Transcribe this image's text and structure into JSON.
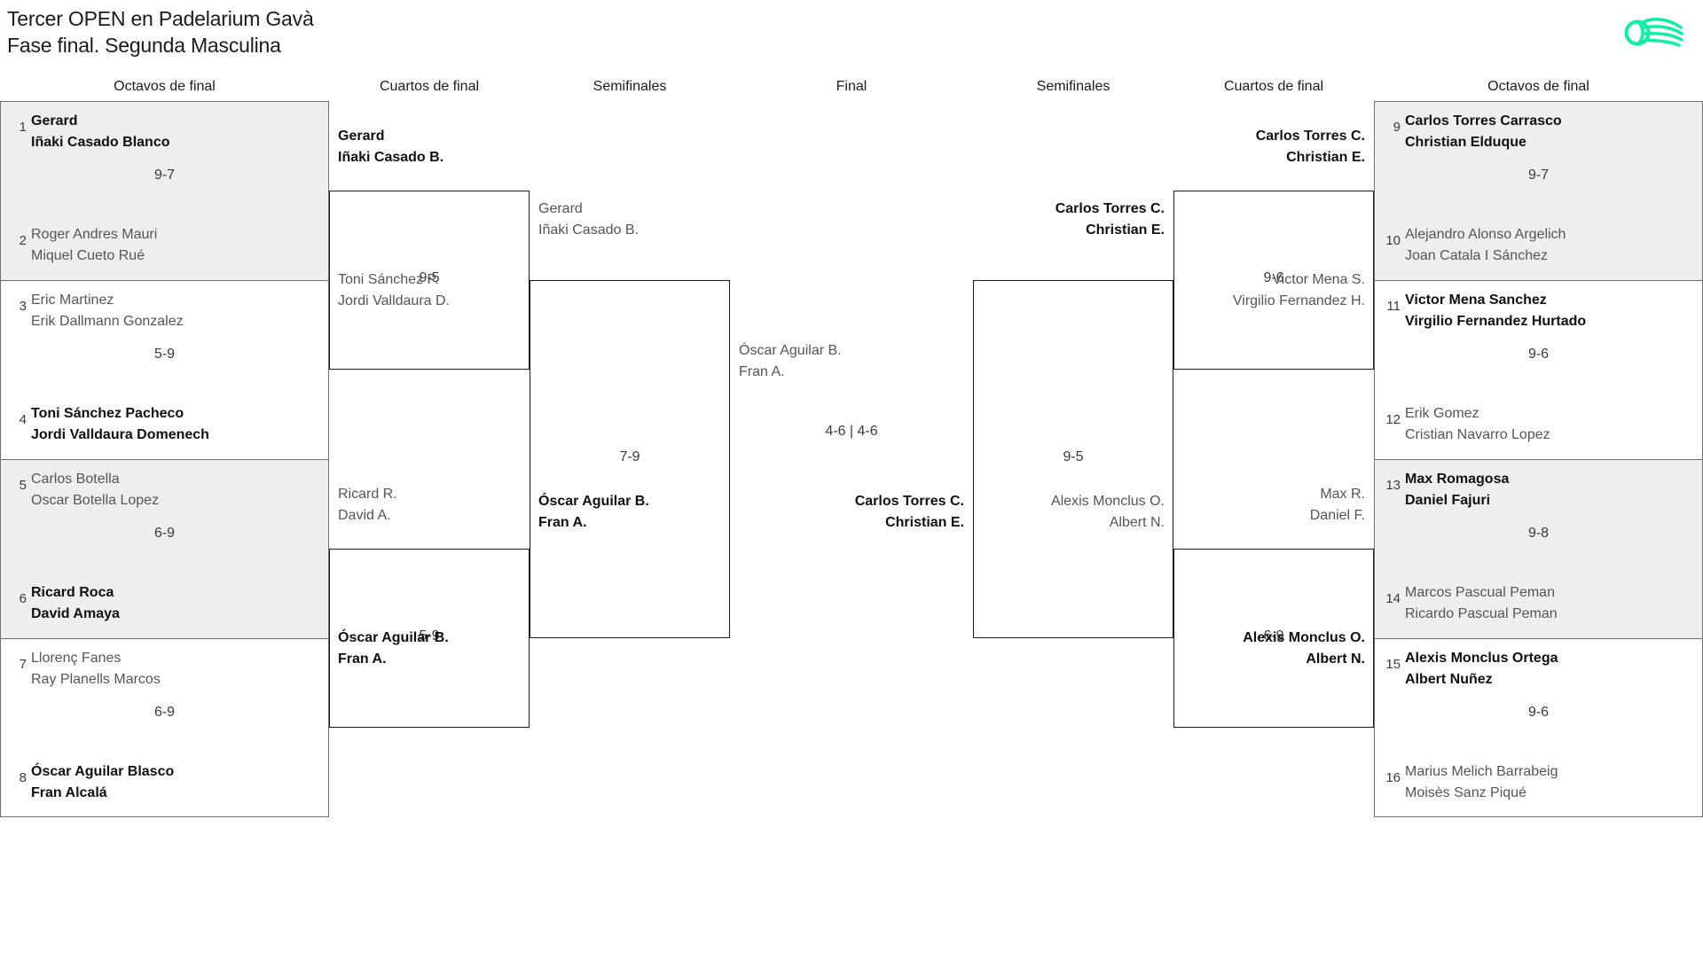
{
  "header": {
    "title_line1": "Tercer OPEN en Padelarium Gavà",
    "title_line2": "Fase final. Segunda Masculina",
    "logo_name": "padel-ball-logo",
    "logo_color": "#0FEFA4"
  },
  "round_labels": {
    "octavos_left": "Octavos de final",
    "cuartos_left": "Cuartos de final",
    "semis_left": "Semifinales",
    "final": "Final",
    "semis_right": "Semifinales",
    "cuartos_right": "Cuartos de final",
    "octavos_right": "Octavos de final"
  },
  "colors": {
    "shaded_row": "#eeeeee",
    "border": "#6f6f6f",
    "winner_text": "#101010",
    "loser_text": "#555555",
    "accent": "#0FEFA4"
  },
  "left": {
    "octavos": [
      {
        "seed_top": "1",
        "top_l1": "Gerard",
        "top_l2": "Iñaki Casado Blanco",
        "top_winner": true,
        "score": "9-7",
        "seed_bot": "2",
        "bot_l1": "Roger Andres Mauri",
        "bot_l2": "Miquel Cueto Rué",
        "bot_winner": false
      },
      {
        "seed_top": "3",
        "top_l1": "Eric Martinez",
        "top_l2": "Erik Dallmann Gonzalez",
        "top_winner": false,
        "score": "5-9",
        "seed_bot": "4",
        "bot_l1": "Toni Sánchez Pacheco",
        "bot_l2": "Jordi Valldaura Domenech",
        "bot_winner": true
      },
      {
        "seed_top": "5",
        "top_l1": "Carlos Botella",
        "top_l2": "Oscar Botella Lopez",
        "top_winner": false,
        "score": "6-9",
        "seed_bot": "6",
        "bot_l1": "Ricard Roca",
        "bot_l2": "David Amaya",
        "bot_winner": true
      },
      {
        "seed_top": "7",
        "top_l1": "Llorenç Fanes",
        "top_l2": "Ray Planells Marcos",
        "top_winner": false,
        "score": "6-9",
        "seed_bot": "8",
        "bot_l1": "Óscar Aguilar Blasco",
        "bot_l2": "Fran Alcalá",
        "bot_winner": true
      }
    ],
    "cuartos": [
      {
        "top_l1": "Gerard",
        "top_l2": "Iñaki Casado B.",
        "top_winner": true,
        "score": "9-5",
        "bot_l1": "Toni Sánchez P.",
        "bot_l2": "Jordi Valldaura D.",
        "bot_winner": false
      },
      {
        "top_l1": "Ricard R.",
        "top_l2": "David A.",
        "top_winner": false,
        "score": "5-9",
        "bot_l1": "Óscar Aguilar B.",
        "bot_l2": "Fran A.",
        "bot_winner": true
      }
    ],
    "semis": [
      {
        "top_l1": "Gerard",
        "top_l2": "Iñaki Casado B.",
        "top_winner": false,
        "score": "7-9",
        "bot_l1": "Óscar Aguilar B.",
        "bot_l2": "Fran A.",
        "bot_winner": true
      }
    ]
  },
  "final": {
    "top_l1": "Óscar Aguilar B.",
    "top_l2": "Fran A.",
    "top_winner": false,
    "score": "4-6 | 4-6",
    "bot_l1": "Carlos Torres C.",
    "bot_l2": "Christian E.",
    "bot_winner": true
  },
  "right": {
    "octavos": [
      {
        "seed_top": "9",
        "top_l1": "Carlos Torres Carrasco",
        "top_l2": "Christian Elduque",
        "top_winner": true,
        "score": "9-7",
        "seed_bot": "10",
        "bot_l1": "Alejandro Alonso Argelich",
        "bot_l2": "Joan Catala I Sánchez",
        "bot_winner": false
      },
      {
        "seed_top": "11",
        "top_l1": "Victor Mena Sanchez",
        "top_l2": "Virgilio Fernandez Hurtado",
        "top_winner": true,
        "score": "9-6",
        "seed_bot": "12",
        "bot_l1": "Erik Gomez",
        "bot_l2": "Cristian Navarro Lopez",
        "bot_winner": false
      },
      {
        "seed_top": "13",
        "top_l1": "Max Romagosa",
        "top_l2": "Daniel Fajuri",
        "top_winner": true,
        "score": "9-8",
        "seed_bot": "14",
        "bot_l1": "Marcos Pascual Peman",
        "bot_l2": "Ricardo Pascual Peman",
        "bot_winner": false
      },
      {
        "seed_top": "15",
        "top_l1": "Alexis Monclus Ortega",
        "top_l2": "Albert Nuñez",
        "top_winner": true,
        "score": "9-6",
        "seed_bot": "16",
        "bot_l1": "Marius Melich Barrabeig",
        "bot_l2": "Moisès Sanz Piqué",
        "bot_winner": false
      }
    ],
    "cuartos": [
      {
        "top_l1": "Carlos Torres C.",
        "top_l2": "Christian E.",
        "top_winner": true,
        "score": "9-6",
        "bot_l1": "Victor Mena S.",
        "bot_l2": "Virgilio Fernandez H.",
        "bot_winner": false
      },
      {
        "top_l1": "Max R.",
        "top_l2": "Daniel F.",
        "top_winner": false,
        "score": "6-9",
        "bot_l1": "Alexis Monclus O.",
        "bot_l2": "Albert N.",
        "bot_winner": true
      }
    ],
    "semis": [
      {
        "top_l1": "Carlos Torres C.",
        "top_l2": "Christian E.",
        "top_winner": true,
        "score": "9-5",
        "bot_l1": "Alexis Monclus O.",
        "bot_l2": "Albert N.",
        "bot_winner": false
      }
    ]
  }
}
